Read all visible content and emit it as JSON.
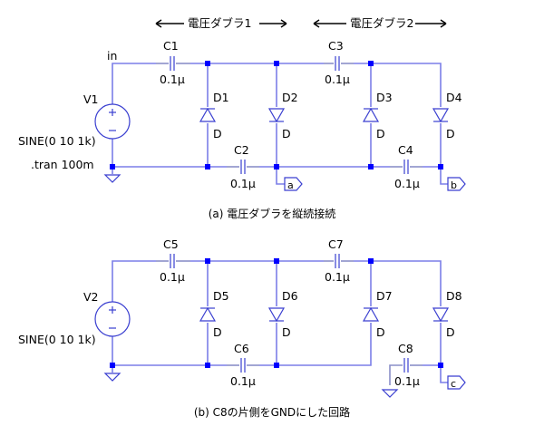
{
  "colors": {
    "wire": "#7b7fe8",
    "symbol": "#3a3fd0",
    "junction": "#0000ff",
    "text": "#000000"
  },
  "top": {
    "doubler1_label": "電圧ダブラ1",
    "doubler2_label": "電圧ダブラ2",
    "net_in": "in",
    "source": {
      "name": "V1",
      "value": "SINE(0 10 1k)",
      "directive": ".tran 100m"
    },
    "capacitors": [
      {
        "name": "C1",
        "value": "0.1μ"
      },
      {
        "name": "C2",
        "value": "0.1μ"
      },
      {
        "name": "C3",
        "value": "0.1μ"
      },
      {
        "name": "C4",
        "value": "0.1μ"
      }
    ],
    "diodes": [
      {
        "name": "D1",
        "model": "D"
      },
      {
        "name": "D2",
        "model": "D"
      },
      {
        "name": "D3",
        "model": "D"
      },
      {
        "name": "D4",
        "model": "D"
      }
    ],
    "ports": [
      "a",
      "b"
    ],
    "caption": "(a) 電圧ダブラを縦続接続"
  },
  "bottom": {
    "source": {
      "name": "V2",
      "value": "SINE(0 10 1k)"
    },
    "capacitors": [
      {
        "name": "C5",
        "value": "0.1μ"
      },
      {
        "name": "C6",
        "value": "0.1μ"
      },
      {
        "name": "C7",
        "value": "0.1μ"
      },
      {
        "name": "C8",
        "value": "0.1μ"
      }
    ],
    "diodes": [
      {
        "name": "D5",
        "model": "D"
      },
      {
        "name": "D6",
        "model": "D"
      },
      {
        "name": "D7",
        "model": "D"
      },
      {
        "name": "D8",
        "model": "D"
      }
    ],
    "ports": [
      "c"
    ],
    "caption": "(b) C8の片側をGNDにした回路"
  }
}
